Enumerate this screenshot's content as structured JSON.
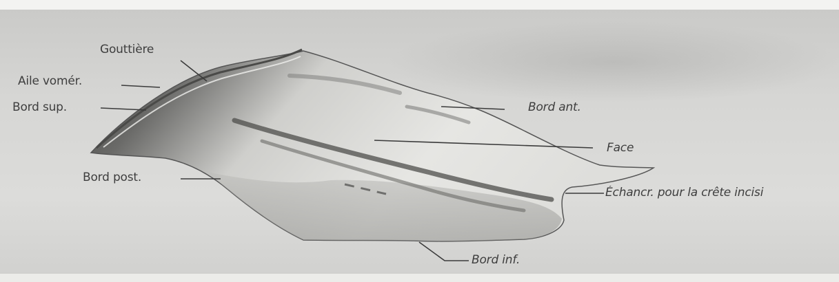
{
  "labels": {
    "gouttiere": "Gouttière",
    "aile_vomer": "Aile vomér.",
    "bord_sup": "Bord sup.",
    "bord_post": "Bord post.",
    "bord_ant": "Bord ant.",
    "face": "Face",
    "echancr": "Échancr. pour la crête incisi",
    "bord_inf": "Bord inf."
  },
  "colors": {
    "bone_light": "#e9e9e6",
    "bone_shadow": "#5a5a58",
    "leader_line": "#3a3a3a",
    "paper": "#d6d6d4"
  }
}
